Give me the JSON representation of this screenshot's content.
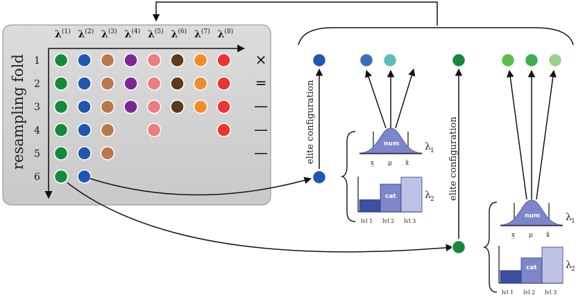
{
  "table": {
    "axis_label": "resampling fold",
    "columns": [
      {
        "main": "λ",
        "sup": "(1)"
      },
      {
        "main": "λ",
        "sup": "(2)"
      },
      {
        "main": "λ",
        "sup": "(3)"
      },
      {
        "main": "λ",
        "sup": "(4)"
      },
      {
        "main": "λ",
        "sup": "(5)"
      },
      {
        "main": "λ",
        "sup": "(6)"
      },
      {
        "main": "λ",
        "sup": "(7)"
      },
      {
        "main": "λ",
        "sup": "(8)"
      }
    ],
    "rows": [
      "1",
      "2",
      "3",
      "4",
      "5",
      "6"
    ],
    "row_marks": [
      "×",
      "=",
      "—",
      "—",
      "—",
      ""
    ],
    "cells": [
      [
        1,
        1,
        1,
        1,
        1,
        1,
        1,
        1
      ],
      [
        1,
        1,
        1,
        1,
        1,
        1,
        1,
        1
      ],
      [
        1,
        1,
        1,
        1,
        1,
        1,
        1,
        1
      ],
      [
        1,
        1,
        1,
        0,
        1,
        0,
        0,
        1
      ],
      [
        1,
        1,
        1,
        0,
        0,
        0,
        0,
        0
      ],
      [
        1,
        1,
        0,
        0,
        0,
        0,
        0,
        0
      ]
    ],
    "column_colors": [
      "#14893e",
      "#1f56b0",
      "#b8794a",
      "#7a2896",
      "#ee7a82",
      "#5b3a1e",
      "#f28c2a",
      "#e83636"
    ]
  },
  "left_branch": {
    "elite_label": "elite configuration",
    "elite_color": "#1f56b0",
    "children_colors": [
      "#3a6dc0",
      "#5fbcb8"
    ],
    "num_label": "num",
    "cat_label": "cat",
    "lambda1": "λ",
    "lambda1_sub": "1",
    "lambda2": "λ",
    "lambda2_sub": "2",
    "tick_labels": [
      "x̲",
      "μ",
      "x̄"
    ],
    "bar_labels": [
      "lvl 1",
      "lvl 2",
      "lvl 3"
    ],
    "bar_values": [
      0.35,
      0.8,
      1.0
    ]
  },
  "right_branch": {
    "elite_label": "elite configuration",
    "elite_color": "#14893e",
    "children_colors": [
      "#5cbf4a",
      "#3fae4f",
      "#9ccf8a"
    ],
    "num_label": "num",
    "cat_label": "cat",
    "lambda1": "λ",
    "lambda1_sub": "1",
    "lambda2": "λ",
    "lambda2_sub": "2",
    "tick_labels": [
      "x̲",
      "μ",
      "x̄"
    ],
    "bar_labels": [
      "lvl 1",
      "lvl 2",
      "lvl 3"
    ],
    "bar_values": [
      0.35,
      0.7,
      1.0
    ]
  }
}
